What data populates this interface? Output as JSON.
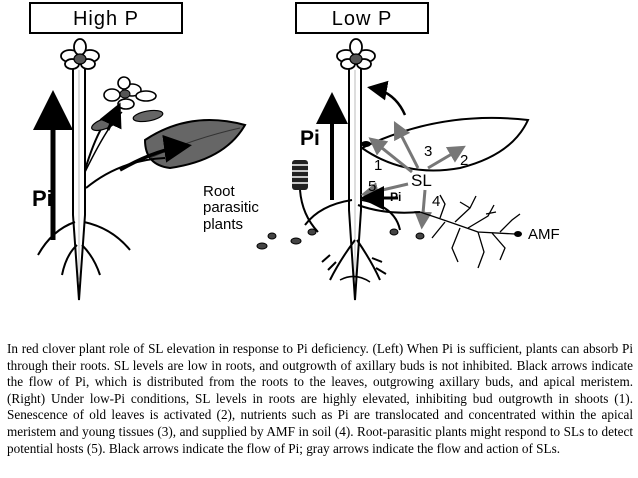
{
  "panels": {
    "left_title": "High P",
    "right_title": "Low P"
  },
  "labels": {
    "pi_left": "Pi",
    "pi_right": "Pi",
    "pi_small": "Pi",
    "sl": "SL",
    "root_parasitic_line1": "Root",
    "root_parasitic_line2": "parasitic",
    "root_parasitic_line3": "plants",
    "amf": "AMF",
    "n1": "1",
    "n2": "2",
    "n3": "3",
    "n4": "4",
    "n5": "5"
  },
  "caption": "In red clover plant role of SL elevation in response to Pi deficiency. (Left) When Pi is sufficient, plants can absorb Pi through their roots. SL levels are low in roots, and outgrowth of axillary buds is not inhibited. Black arrows indicate the flow of Pi, which is distributed from the roots to the leaves, outgrowing axillary buds, and apical meristem. (Right) Under low-Pi conditions, SL levels in roots are highly elevated, inhibiting bud outgrowth in shoots (1). Senescence of old leaves is activated (2), nutrients such as Pi are translocated and concentrated within the apical meristem and young tissues (3), and supplied by AMF in soil (4). Root-parasitic plants might respond to SLs to detect potential hosts (5). Black arrows indicate the flow of Pi; gray arrows indicate the flow and action of SLs."
}
